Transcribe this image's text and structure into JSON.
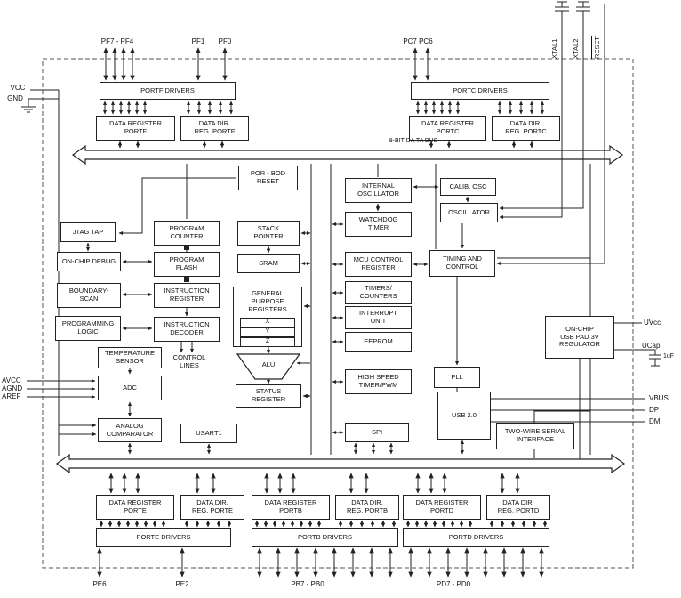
{
  "pins": {
    "pf_high": "PF7 - PF4",
    "pf1": "PF1",
    "pf0": "PF0",
    "pc": "PC7 PC6",
    "xtal1": "XTAL1",
    "xtal2": "XTAL2",
    "reset": "RESET",
    "vcc": "VCC",
    "gnd": "GND",
    "avcc": "AVCC",
    "agnd": "AGND",
    "aref": "AREF",
    "uvcc": "UVcc",
    "ucap": "UCap",
    "cap_value": "1uF",
    "vbus": "VBUS",
    "dp": "DP",
    "dm": "DM",
    "pe6": "PE6",
    "pe2": "PE2",
    "pb": "PB7 - PB0",
    "pd": "PD7 - PD0"
  },
  "bus": {
    "top_label": "8-BIT DA TA BUS"
  },
  "blocks": {
    "portf_drivers": "PORTF DRIVERS",
    "data_reg_portf": "DATA REGISTER\nPORTF",
    "data_dir_portf": "DATA DIR.\nREG. PORTF",
    "portc_drivers": "PORTC DRIVERS",
    "data_reg_portc": "DATA REGISTER\nPORTC",
    "data_dir_portc": "DATA DIR.\nREG. PORTC",
    "por_bod": "POR - BOD\nRESET",
    "internal_osc": "INTERNAL\nOSCILLATOR",
    "calib_osc": "CALIB. OSC",
    "oscillator": "OSCILLATOR",
    "watchdog": "WATCHDOG\nTIMER",
    "jtag": "JTAG TAP",
    "ocd": "ON-CHIP DEBUG",
    "boundary_scan": "BOUNDARY-\nSCAN",
    "prog_logic": "PROGRAMMING\nLOGIC",
    "program_counter": "PROGRAM\nCOUNTER",
    "program_flash": "PROGRAM\nFLASH",
    "instr_reg": "INSTRUCTION\nREGISTER",
    "instr_dec": "INSTRUCTION\nDECODER",
    "control_lines": "CONTROL\nLINES",
    "stack_pointer": "STACK\nPOINTER",
    "sram": "SRAM",
    "gpr": "GENERAL\nPURPOSE\nREGISTERS",
    "reg_x": "X",
    "reg_y": "Y",
    "reg_z": "Z",
    "alu": "ALU",
    "status_reg": "STATUS\nREGISTER",
    "mcu_ctrl": "MCU CONTROL\nREGISTER",
    "timers": "TIMERS/\nCOUNTERS",
    "interrupt": "INTERRUPT\nUNIT",
    "eeprom": "EEPROM",
    "timing": "TIMING AND\nCONTROL",
    "temp_sensor": "TEMPERATURE\nSENSOR",
    "adc": "ADC",
    "hs_timer": "HIGH SPEED\nTIMER/PWM",
    "pll": "PLL",
    "usb": "USB 2.0",
    "usb_reg": "ON-CHIP\nUSB PAD 3V\nREGULATOR",
    "analog_comp": "ANALOG\nCOMPARATOR",
    "usart1": "USART1",
    "spi": "SPI",
    "twi": "TWO-WIRE SERIAL\nINTERFACE",
    "data_reg_porte": "DATA REGISTER\nPORTE",
    "data_dir_porte": "DATA DIR.\nREG. PORTE",
    "porte_drivers": "PORTE DRIVERS",
    "data_reg_portb": "DATA REGISTER\nPORTB",
    "data_dir_portb": "DATA DIR.\nREG. PORTB",
    "portb_drivers": "PORTB DRIVERS",
    "data_reg_portd": "DATA REGISTER\nPORTD",
    "data_dir_portd": "DATA DIR.\nREG. PORTD",
    "portd_drivers": "PORTD DRIVERS"
  },
  "colors": {
    "line": "#222222",
    "background": "#ffffff"
  }
}
